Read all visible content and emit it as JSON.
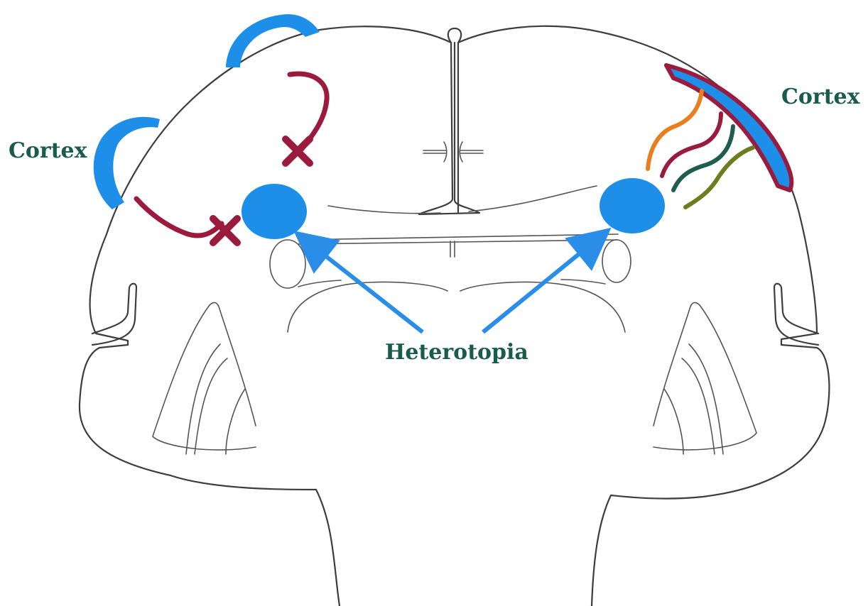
{
  "labels": {
    "cortex_left": "Cortex",
    "cortex_right": "Cortex",
    "heterotopia": "Heterotopia"
  },
  "colors": {
    "label_text": "#1a5c4c",
    "cortex_blue": "#1e8fe8",
    "arrow_blue": "#2a8ee8",
    "blocked_path": "#9b1b3e",
    "brain_outline": "#3d3d3d",
    "path_orange": "#e87f1e",
    "path_crimson": "#9b1b3e",
    "path_teal": "#1f5e4e",
    "path_olive": "#6b7d1c"
  }
}
